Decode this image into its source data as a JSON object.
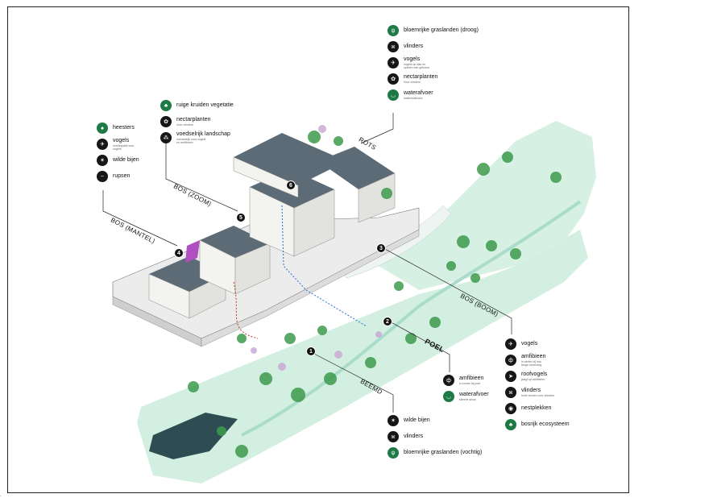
{
  "legends": {
    "rots": [
      {
        "icon": "grass-icon",
        "style": "green",
        "label": "bloemrijke graslanden (droog)",
        "sub": ""
      },
      {
        "icon": "butterfly-icon",
        "style": "black",
        "label": "vlinders",
        "sub": ""
      },
      {
        "icon": "bird-icon",
        "style": "black",
        "label": "vogels",
        "sub": "vogels op dak en\nspleten van gebouw"
      },
      {
        "icon": "flower-icon",
        "style": "black",
        "label": "nectarplanten",
        "sub": "Voor vlinders"
      },
      {
        "icon": "water-icon",
        "style": "green",
        "label": "waterafvoer",
        "sub": "waterhuishoud"
      }
    ],
    "bos_zoom": [
      {
        "icon": "herb-icon",
        "style": "green",
        "label": "ruige kruiden vegetatie",
        "sub": ""
      },
      {
        "icon": "flower-icon",
        "style": "black",
        "label": "nectarplanten",
        "sub": "Voor vlinders"
      },
      {
        "icon": "berries-icon",
        "style": "black",
        "label": "voedselrijk landschap",
        "sub": "voedselrijk voor vogels\nen amfibieen"
      }
    ],
    "bos_mantel": [
      {
        "icon": "shrub-icon",
        "style": "green",
        "label": "heesters",
        "sub": ""
      },
      {
        "icon": "bird-icon",
        "style": "black",
        "label": "vogels",
        "sub": "verstopplek voor\nvogels"
      },
      {
        "icon": "bee-icon",
        "style": "black",
        "label": "wilde bijen",
        "sub": ""
      },
      {
        "icon": "caterpillar-icon",
        "style": "black",
        "label": "rupsen",
        "sub": ""
      }
    ],
    "bos_boom": [
      {
        "icon": "bird-icon",
        "style": "black",
        "label": "vogels",
        "sub": ""
      },
      {
        "icon": "frog-icon",
        "style": "black",
        "label": "amfibieen",
        "sub": "in winter bij bos\nlangs oeverweg"
      },
      {
        "icon": "raptor-icon",
        "style": "black",
        "label": "roofvogels",
        "sub": "jaagt op amfibieen"
      },
      {
        "icon": "butterfly-icon",
        "style": "black",
        "label": "vlinders",
        "sub": "holle bomen voor vlinders"
      },
      {
        "icon": "nest-icon",
        "style": "black",
        "label": "nestplekken",
        "sub": ""
      },
      {
        "icon": "tree-icon",
        "style": "green",
        "label": "bosrijk ecosysteem",
        "sub": ""
      }
    ],
    "poel": [
      {
        "icon": "frog-icon",
        "style": "black",
        "label": "amfibieen",
        "sub": "in zomer bij poel"
      },
      {
        "icon": "water-icon",
        "style": "green",
        "label": "waterafvoer",
        "sub": "slimme show"
      }
    ],
    "beemd": [
      {
        "icon": "bee-icon",
        "style": "black",
        "label": "wilde bijen",
        "sub": ""
      },
      {
        "icon": "butterfly-icon",
        "style": "black",
        "label": "vlinders",
        "sub": ""
      },
      {
        "icon": "grass-icon",
        "style": "green",
        "label": "bloemrijke graslanden (vochtig)",
        "sub": ""
      }
    ]
  },
  "zones": {
    "rots": "ROTS",
    "bos_zoom": "BOS (ZOOM)",
    "bos_mantel": "BOS (MANTEL)",
    "bos_boom": "BOS (BOOM)",
    "poel": "POEL",
    "beemd": "BEEMD"
  },
  "markers": [
    "1",
    "2",
    "3",
    "4",
    "5",
    "6"
  ],
  "colors": {
    "meadow": "#cfeee0",
    "water": "#c3e8dc",
    "pond": "#2e4d52",
    "tree": "#3e9b4c",
    "building": "#f3f3f0",
    "solar": "#5a6a78",
    "accent_purple": "#b04fc0",
    "accent_red": "#c0392b",
    "accent_blue": "#2b6fd6"
  },
  "icon_glyphs": {
    "grass-icon": "ψ",
    "butterfly-icon": "ж",
    "bird-icon": "✈",
    "flower-icon": "✿",
    "water-icon": "◡",
    "herb-icon": "♣",
    "berries-icon": "⁂",
    "shrub-icon": "♠",
    "bee-icon": "✶",
    "caterpillar-icon": "~",
    "frog-icon": "ф",
    "raptor-icon": "➤",
    "nest-icon": "◉",
    "tree-icon": "♣"
  },
  "footer_mark": "."
}
